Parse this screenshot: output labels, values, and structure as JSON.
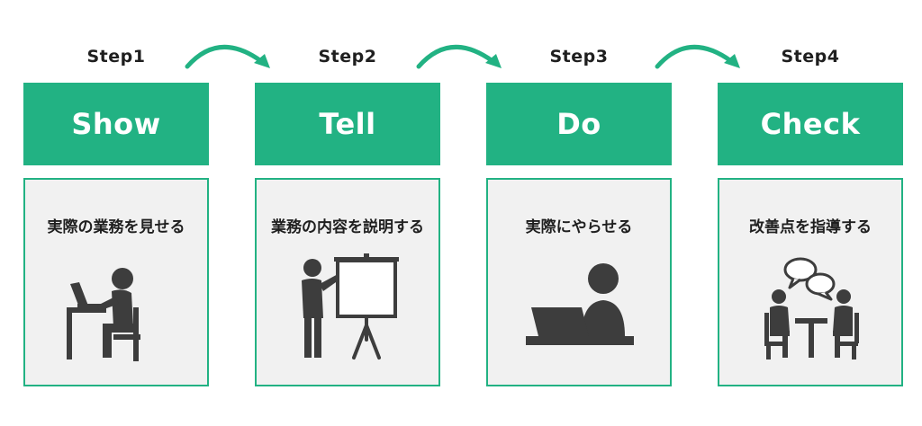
{
  "accent_color": "#22b283",
  "icon_color": "#3d3d3d",
  "steps": [
    {
      "step": "Step1",
      "title": "Show",
      "description": "実際の業務を見せる",
      "icon": "person-at-desk-laptop-icon"
    },
    {
      "step": "Step2",
      "title": "Tell",
      "description": "業務の内容を説明する",
      "icon": "presenter-whiteboard-icon"
    },
    {
      "step": "Step3",
      "title": "Do",
      "description": "実際にやらせる",
      "icon": "person-using-laptop-icon"
    },
    {
      "step": "Step4",
      "title": "Check",
      "description": "改善点を指導する",
      "icon": "two-people-talking-icon"
    }
  ],
  "arrows": [
    "curved-arrow-icon",
    "curved-arrow-icon",
    "curved-arrow-icon"
  ]
}
